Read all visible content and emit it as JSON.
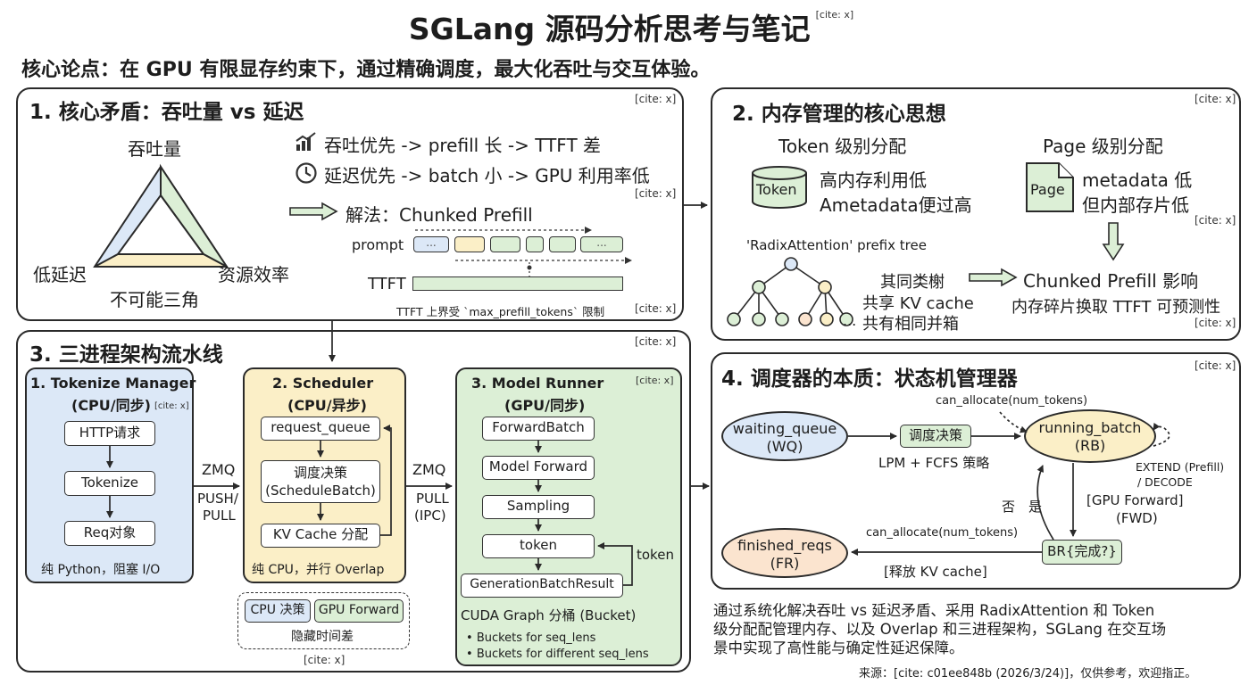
{
  "title": "SGLang 源码分析思考与笔记",
  "cite": "[cite: x]",
  "thesis": "核心论点：在 GPU 有限显存约束下，通过精确调度，最大化吞吐与交互体验。",
  "colors": {
    "blue": "#dce8f7",
    "yellow": "#fbefc7",
    "green": "#dcefd6",
    "peach": "#fbe4cf",
    "line": "#2a2a2a"
  },
  "panel1": {
    "title": "1. 核心矛盾：吞吐量 vs 延迟",
    "triangle": {
      "top": "吞吐量",
      "left": "低延迟",
      "right": "资源效率",
      "bottom": "不可能三角"
    },
    "throughput_first": "吞吐优先 -> prefill 长 -> TTFT 差",
    "latency_first": "延迟优先 -> batch 小 -> GPU 利用率低",
    "solution": "解法：Chunked Prefill",
    "prompt_label": "prompt",
    "ttft_label": "TTFT",
    "chunk_ellipsis": "...",
    "ttft_note": "TTFT 上界受 `max_prefill_tokens` 限制",
    "icons": [
      "chart-icon",
      "clock-icon",
      "arrow-icon"
    ]
  },
  "panel2": {
    "title": "2. 内存管理的核心思想",
    "token_heading": "Token 级别分配",
    "token_icon_label": "Token",
    "token_line1": "高内存利用低",
    "token_line2": "Ametadata便过高",
    "page_heading": "Page 级别分配",
    "page_icon_label": "Page",
    "page_line1": "metadata 低",
    "page_line2": "但内部存片低",
    "radix_label": "'RadixAttention' prefix tree",
    "radix_line1": "其同类榭",
    "radix_line2": "共享 KV cache",
    "radix_line3": "共有相同并箱",
    "ellipsis": "...",
    "chunked_title": "Chunked Prefill 影响",
    "chunked_sub": "内存碎片换取 TTFT 可预测性"
  },
  "panel3": {
    "title": "3. 三进程架构流水线",
    "tokenizer": {
      "title": "1. Tokenize Manager",
      "sub": "(CPU/同步)",
      "steps": [
        "HTTP请求",
        "Tokenize",
        "Req对象"
      ],
      "footer": "纯 Python，阻塞 I/O"
    },
    "link1": {
      "top": "ZMQ",
      "bottom1": "PUSH/",
      "bottom2": "PULL"
    },
    "scheduler": {
      "title": "2. Scheduler",
      "sub": "(CPU/异步)",
      "steps": [
        "request_queue",
        "调度决策",
        "(ScheduleBatch)",
        "KV Cache 分配"
      ],
      "footer": "纯 CPU，并行 Overlap"
    },
    "link2": {
      "top": "ZMQ",
      "bottom1": "PULL",
      "bottom2": "(IPC)"
    },
    "runner": {
      "title": "3. Model Runner",
      "sub": "(GPU/同步)",
      "steps": [
        "ForwardBatch",
        "Model Forward",
        "Sampling",
        "token",
        "GenerationBatchResult"
      ],
      "loop_label": "token",
      "cuda": "CUDA Graph 分桶 (Bucket)",
      "bullets": [
        "Buckets for seq_lens",
        "Buckets for different seq_lens"
      ]
    },
    "overlap": {
      "cpu": "CPU 决策",
      "gpu": "GPU Forward",
      "caption": "隐藏时间差"
    }
  },
  "panel4": {
    "title": "4. 调度器的本质：状态机管理器",
    "waiting": {
      "name": "waiting_queue",
      "abbr": "(WQ)"
    },
    "decision": "调度决策",
    "policy": "LPM + FCFS 策略",
    "can_alloc_top": "can_allocate(num_tokens)",
    "running": {
      "name": "running_batch",
      "abbr": "(RB)"
    },
    "extend1": "EXTEND (Prefill)",
    "extend2": "/ DECODE",
    "fwd1": "[GPU Forward]",
    "fwd2": "(FWD)",
    "no": "否",
    "yes": "是",
    "br": "BR{完成?}",
    "can_alloc_bottom": "can_allocate(num_tokens)",
    "finished": {
      "name": "finished_reqs",
      "abbr": "(FR)"
    },
    "release": "[释放 KV cache]"
  },
  "summary": [
    "通过系统化解决吞吐 vs 延迟矛盾、采用 RadixAttention 和 Token",
    "级分配配管理内存、以及 Overlap 和三进程架构，SGLang 在交互场",
    "景中实现了高性能与确定性延迟保障。"
  ],
  "source": "来源：[cite: c01ee848b (2026/3/24)]，仅供参考，欢迎指正。"
}
